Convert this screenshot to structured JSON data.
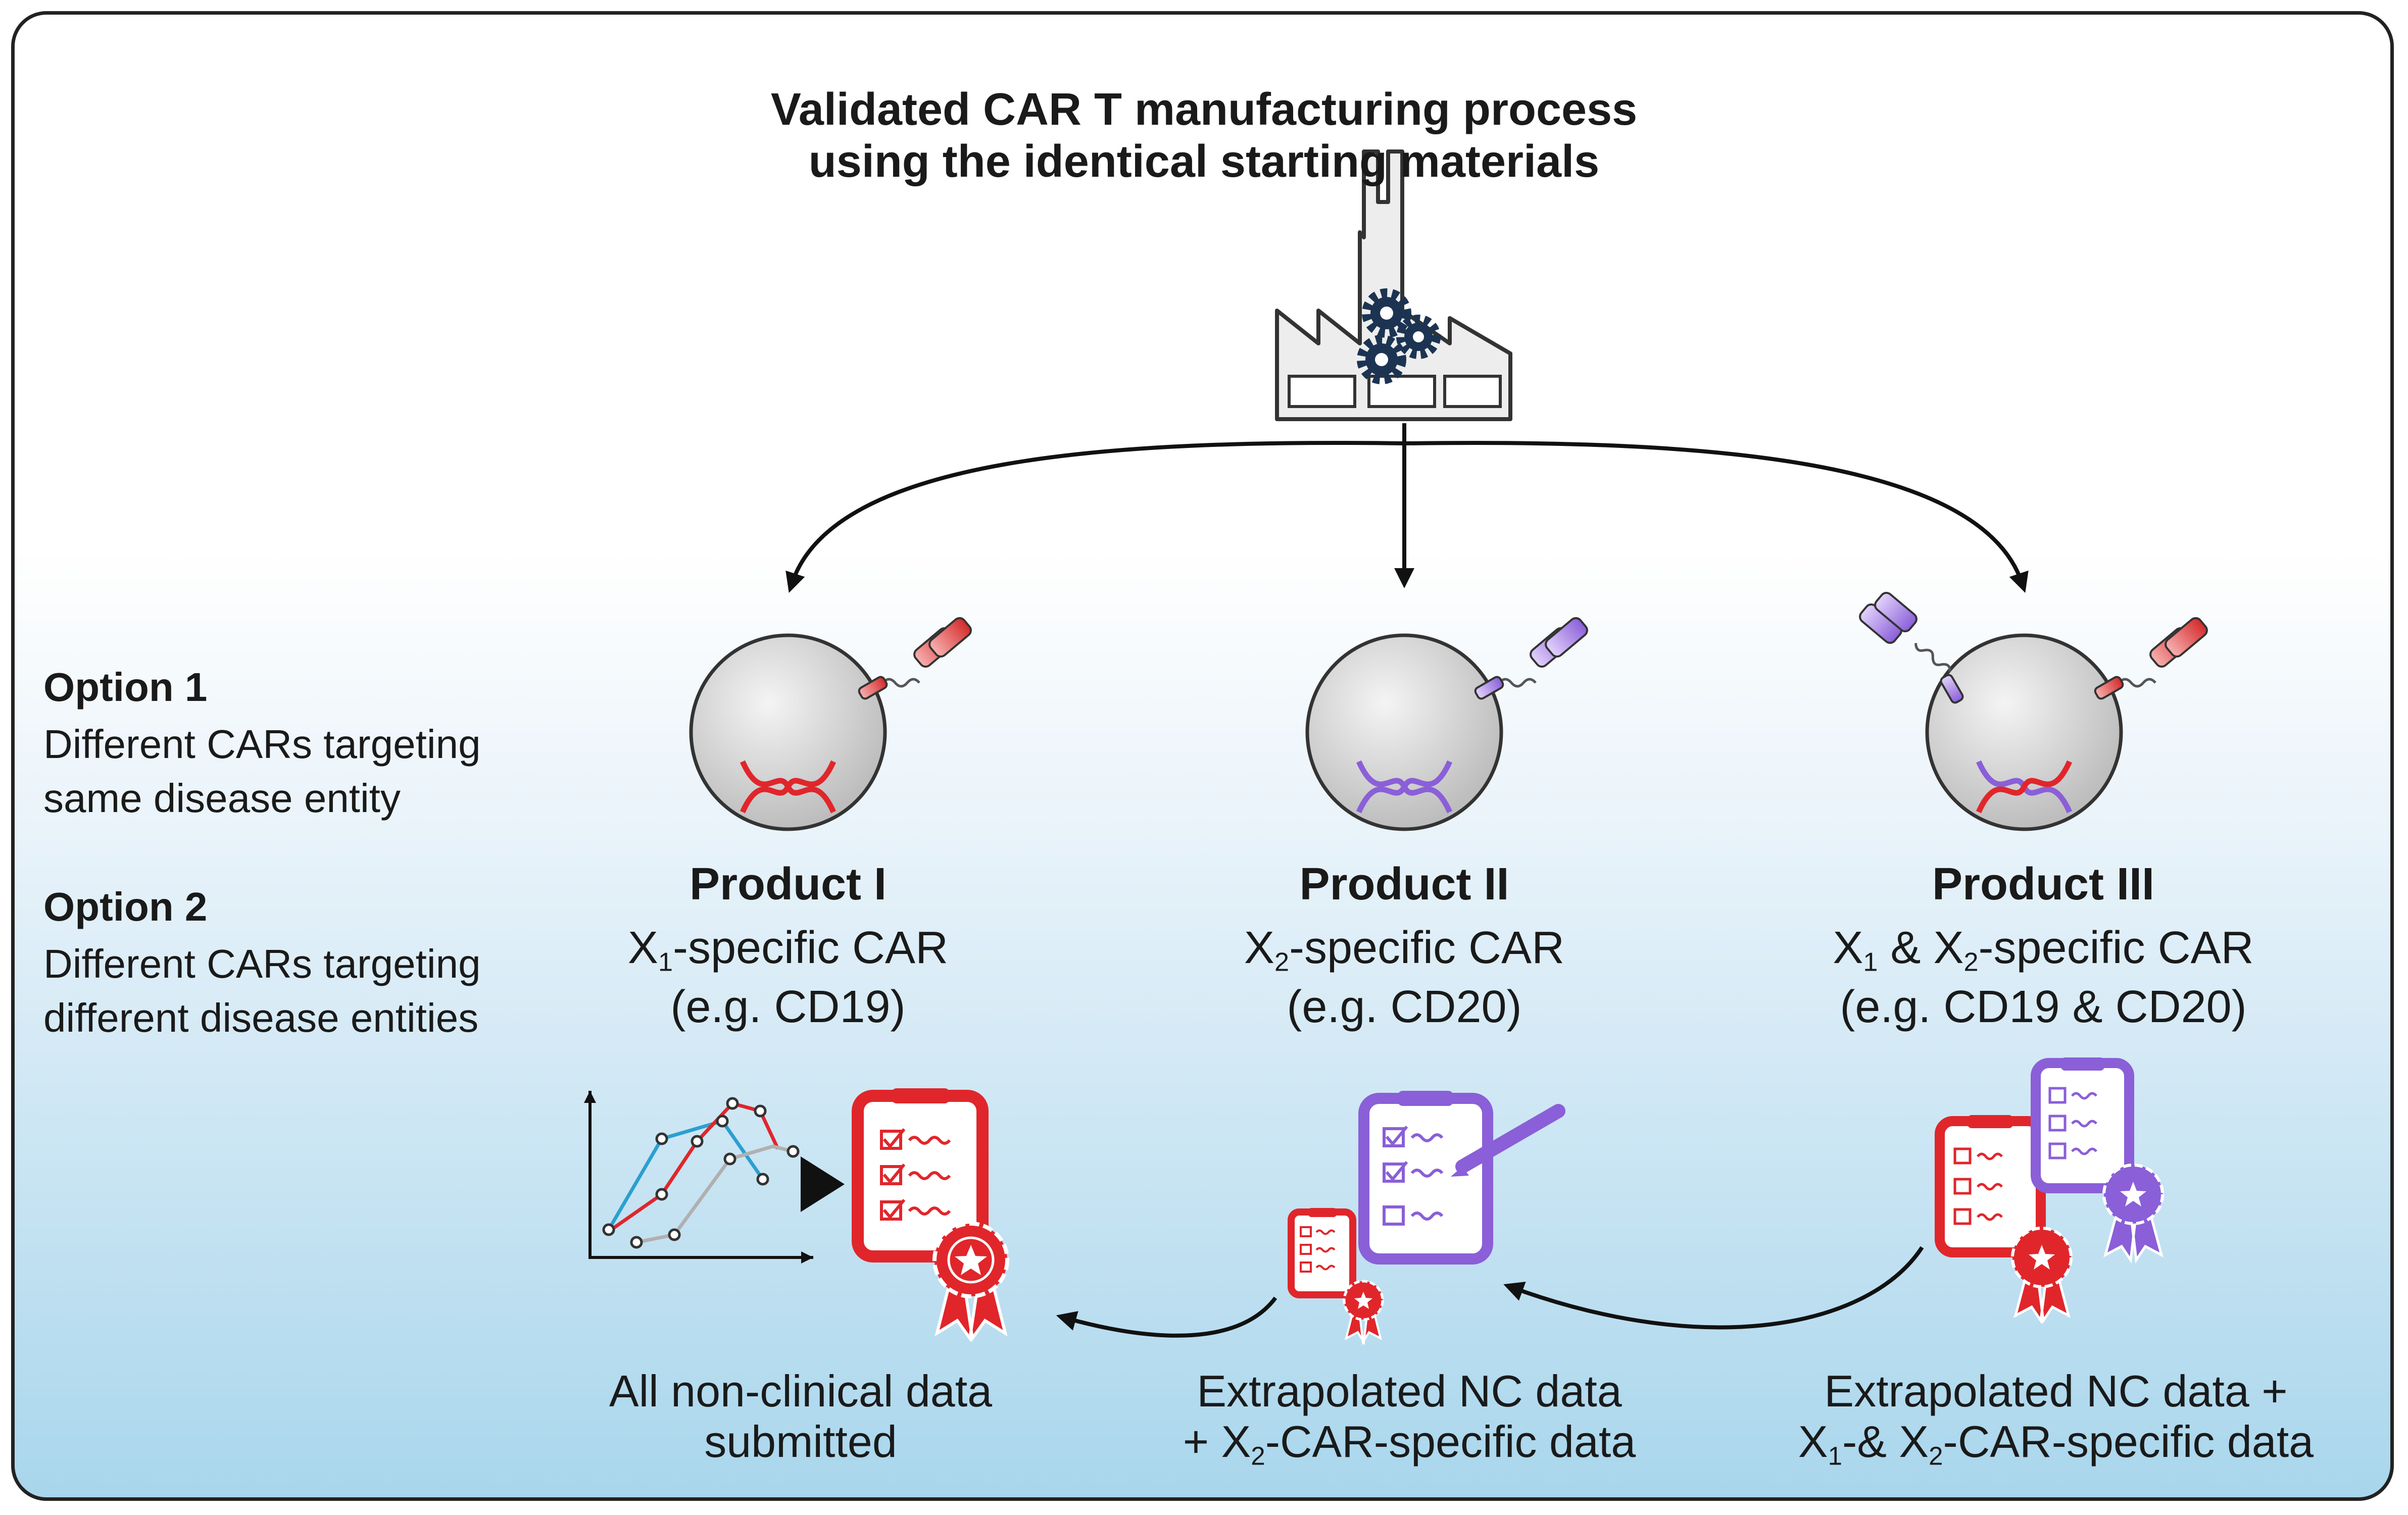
{
  "title": {
    "line1": "Validated CAR T manufacturing process",
    "line2": "using the identical starting materials"
  },
  "options": [
    {
      "heading": "Option 1",
      "line1": "Different CARs targeting",
      "line2": "same disease entity"
    },
    {
      "heading": "Option 2",
      "line1": "Different CARs targeting",
      "line2": "different disease entities"
    }
  ],
  "products": [
    {
      "name": "Product I",
      "spec_pre": "X",
      "spec_sub": "1",
      "spec_post": "-specific CAR",
      "example": "(e.g. CD19)"
    },
    {
      "name": "Product II",
      "spec_pre": "X",
      "spec_sub": "2",
      "spec_post": "-specific CAR",
      "example": "(e.g. CD20)"
    },
    {
      "name": "Product III",
      "spec_a": "X",
      "spec_a_sub": "1",
      "spec_mid": " & X",
      "spec_b_sub": "2",
      "spec_post": "-specific CAR",
      "example": "(e.g. CD19 & CD20)"
    }
  ],
  "captions": {
    "c1": {
      "line1": "All non-clinical data",
      "line2": "submitted"
    },
    "c2": {
      "line1": "Extrapolated NC data",
      "line2_pre": "+ X",
      "line2_sub": "2",
      "line2_post": "-CAR-specific data"
    },
    "c3": {
      "line1": "Extrapolated NC data +",
      "line2_a": "X",
      "line2_a_sub": "1",
      "line2_mid": "-& X",
      "line2_b_sub": "2",
      "line2_post": "-CAR-specific data"
    }
  },
  "colors": {
    "red": "#e0262b",
    "purple": "#8a5fd8",
    "blue": "#2c9fd1",
    "gray": "#b0b0b0",
    "navy": "#1c3452"
  }
}
